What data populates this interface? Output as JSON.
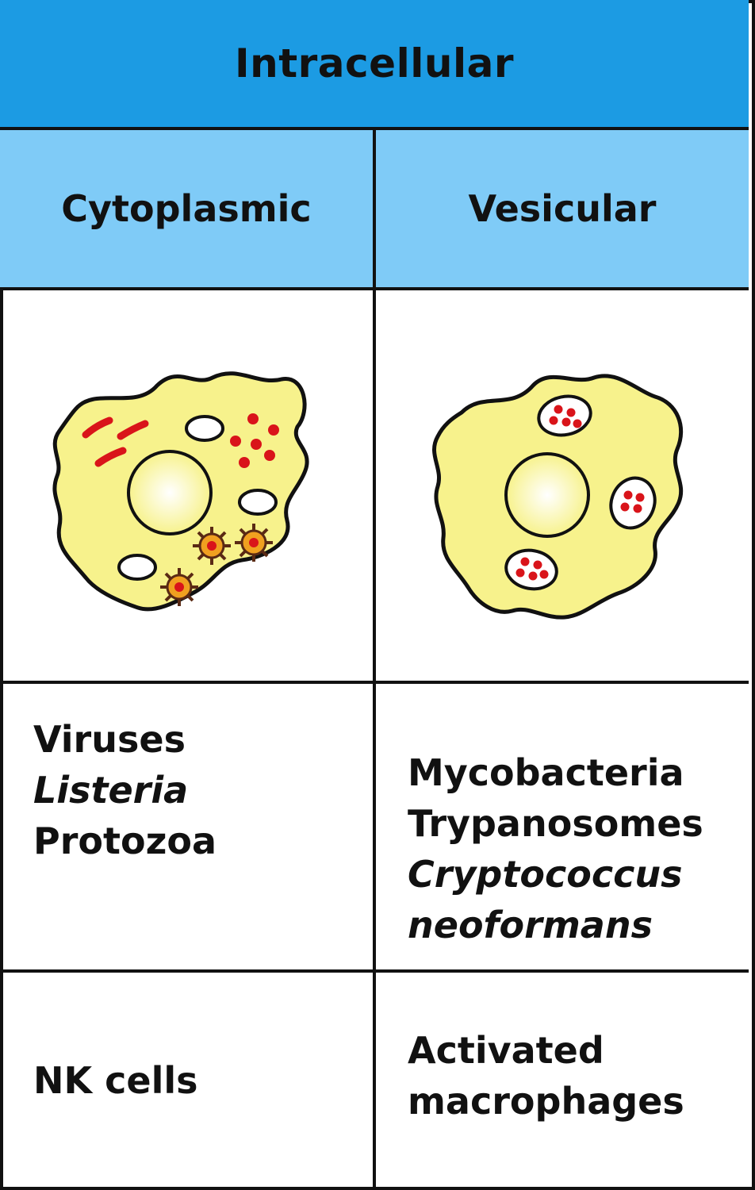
{
  "header": "Intracellular",
  "columns": {
    "left": {
      "title": "Cytoplasmic",
      "examples": [
        "Viruses",
        "Listeria",
        "Protozoa"
      ],
      "effector": "NK cells"
    },
    "right": {
      "title": "Vesicular",
      "examples": [
        "Mycobacteria",
        "Trypanosomes",
        "Cryptococcus",
        "neoformans"
      ],
      "effector": [
        "Activated",
        "macrophages"
      ]
    }
  },
  "colors": {
    "header_bg": "#1c9be3",
    "subheader_bg": "#7fcbf7",
    "cell_yellow": "#f7f28c",
    "pathogen_red": "#d9141a"
  }
}
